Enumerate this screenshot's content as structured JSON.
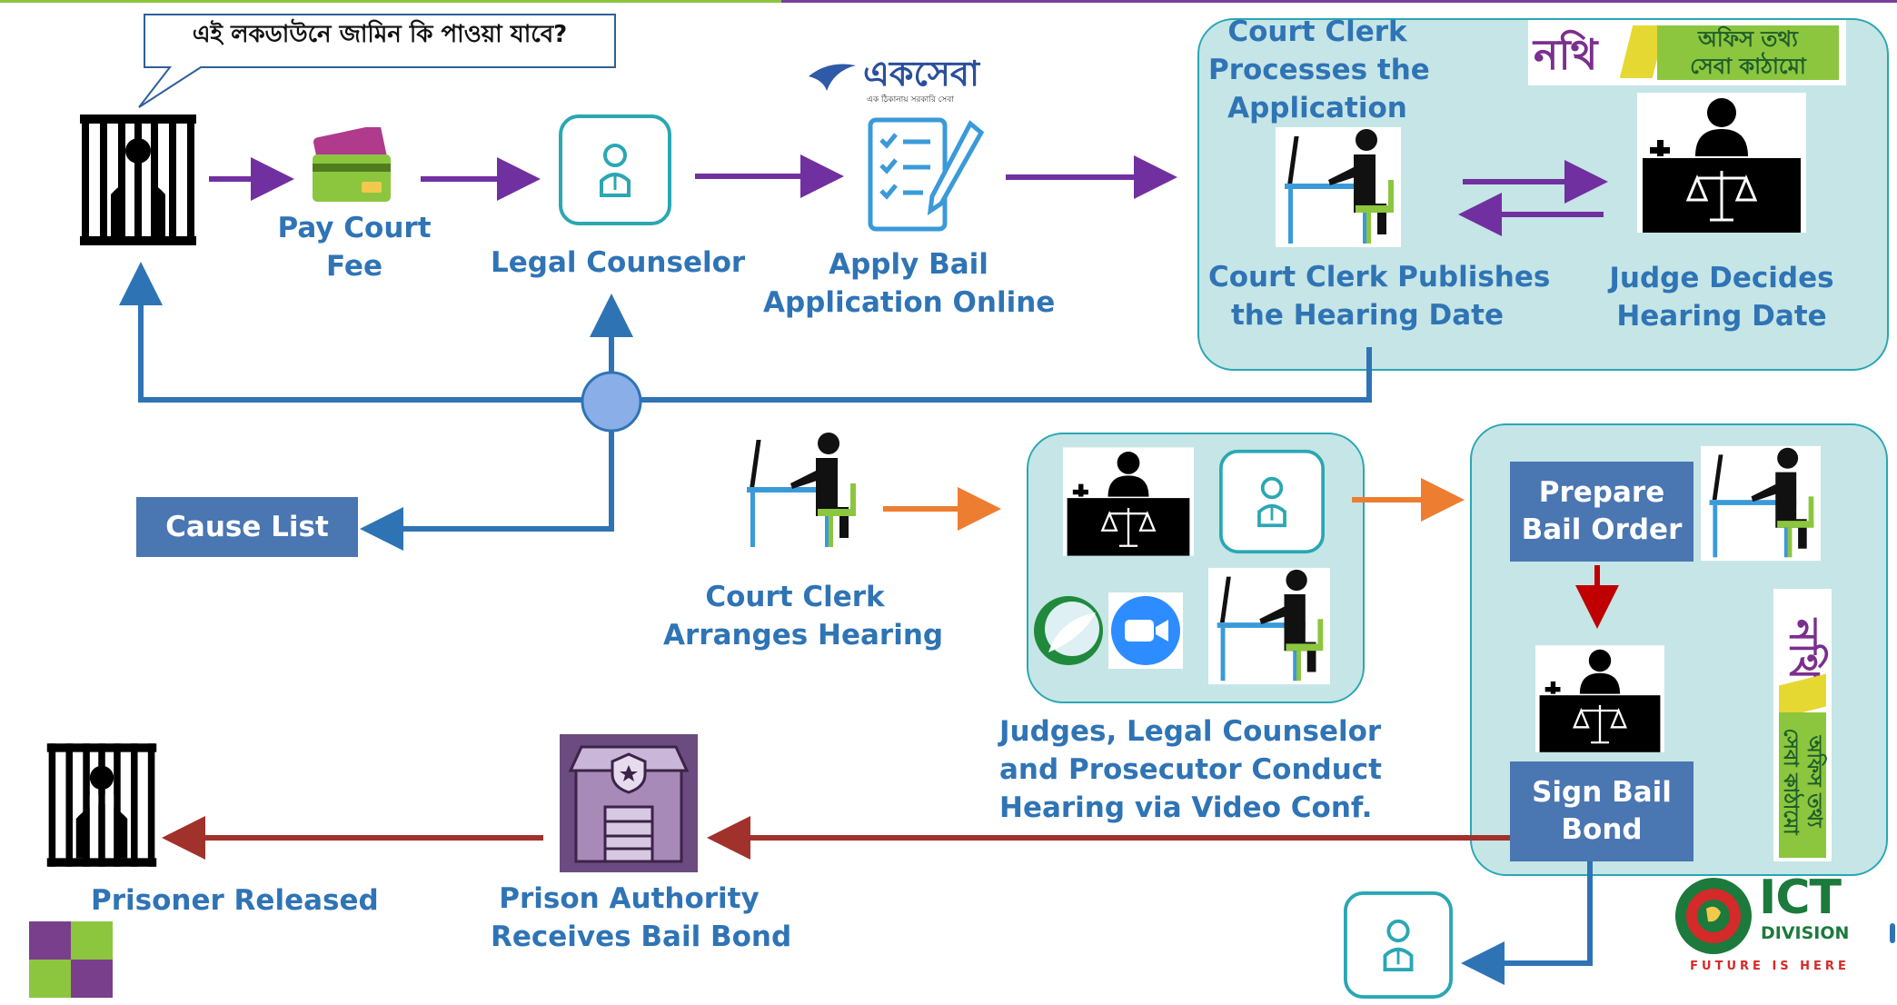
{
  "callout": {
    "question": "এই লকডাউনে জামিন কি পাওয়া যাবে?"
  },
  "steps": {
    "pay_fee": [
      "Pay Court",
      "Fee"
    ],
    "legal_counselor": "Legal Counselor",
    "apply_bail": [
      "Apply Bail",
      "Application Online"
    ],
    "clerk_processes": [
      "Court Clerk",
      "Processes the",
      "Application"
    ],
    "clerk_publishes": [
      "Court Clerk Publishes",
      "the Hearing Date"
    ],
    "judge_decides": [
      "Judge Decides",
      "Hearing Date"
    ],
    "cause_list": "Cause List",
    "clerk_arranges": [
      "Court Clerk",
      "Arranges Hearing"
    ],
    "hearing": [
      "Judges, Legal Counselor",
      "and Prosecutor Conduct",
      "Hearing via Video Conf."
    ],
    "prepare_bail_order": [
      "Prepare",
      "Bail Order"
    ],
    "sign_bail_bond": [
      "Sign Bail",
      "Bond"
    ],
    "prison_authority": [
      "Prison Authority",
      "Receives Bail Bond"
    ],
    "prisoner_released": "Prisoner Released"
  },
  "logos": {
    "ekseba_title": "একসেবা",
    "ekseba_tagline": "এক ঠিকানায় সরকারি সেবা",
    "nothi_title": "নথি",
    "nothi_sub": [
      "অফিস তথ্য",
      "সেবা কাঠামো"
    ],
    "ict_title": "ICT",
    "ict_division": "DIVISION",
    "ict_tagline": "FUTURE IS HERE"
  },
  "icons": [
    "jail-icon",
    "credit-card-icon",
    "counselor-icon",
    "form-pen-icon",
    "clerk-desk-icon",
    "judge-icon",
    "skype-icon",
    "zoom-icon",
    "prison-building-icon",
    "bangladesh-seal-icon"
  ],
  "colors": {
    "flow_purple": "#7030a0",
    "flow_blue": "#2e74b5",
    "flow_orange": "#ed7d31",
    "flow_red": "#a0322b",
    "panel_fill": "#c6e5e6",
    "panel_border": "#2aa7b3",
    "label_blue": "#2f74b5",
    "box_blue": "#4a76b2"
  }
}
